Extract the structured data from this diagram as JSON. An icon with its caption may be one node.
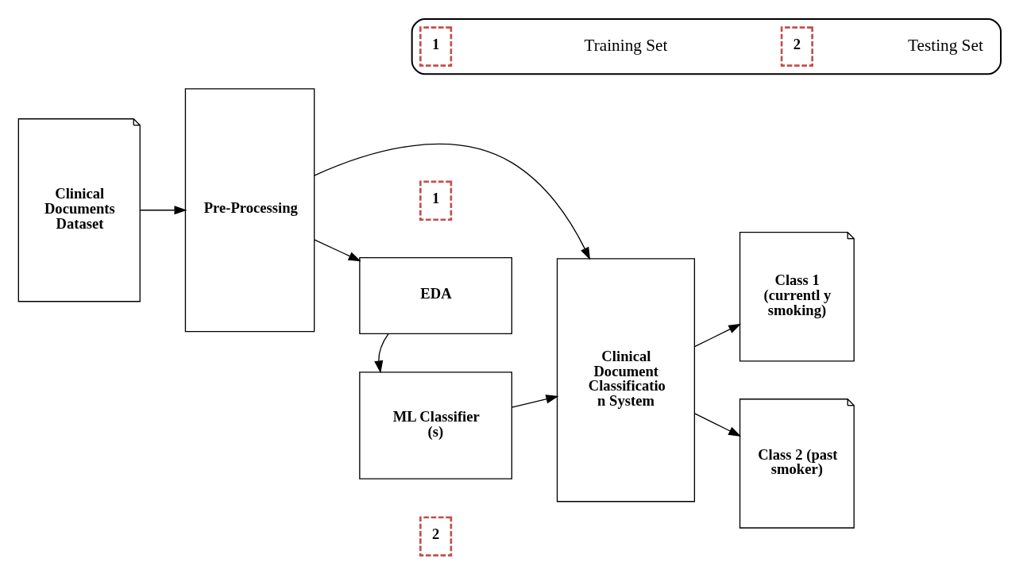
{
  "diagram": {
    "nodes": [
      {
        "text": [
          "Clinical Documents Dataset"
        ]
      },
      {
        "text": [
          "Pre-Processing"
        ]
      },
      {
        "text": [
          "EDA"
        ]
      },
      {
        "text": [
          "ML Classifier (s)"
        ]
      },
      {
        "text": [
          "Clinical Document Classificatio n System"
        ]
      },
      {
        "text": [
          "Class 1 (currentl y smoking)"
        ]
      },
      {
        "text": [
          "Class 2 (past smoker)"
        ]
      },
      {
        "text": [
          "1"
        ]
      },
      {
        "text": [
          "2"
        ]
      },
      {
        "text": [],
        "shape": "box"
      },
      {
        "text": [
          "1"
        ],
        "in": 9
      },
      {
        "text": [
          "2"
        ],
        "in": 9
      }
    ],
    "edges": [
      {
        "from": 0,
        "to": 1,
        "arrow": "to"
      },
      {
        "from": 1,
        "to": 2,
        "arrow": "to"
      },
      {
        "from": 2,
        "to": 3,
        "arrow": "to"
      },
      {
        "from": 3,
        "to": 4,
        "arrow": "to"
      },
      {
        "from": 1,
        "to": 4,
        "arrow": "to"
      },
      {
        "from": 4,
        "to": 5,
        "arrow": "to"
      },
      {
        "from": 4,
        "to": 6,
        "arrow": "to"
      }
    ],
    "legend": [
      {
        "text": "Training Set"
      },
      {
        "text": "Testing Set"
      }
    ]
  }
}
